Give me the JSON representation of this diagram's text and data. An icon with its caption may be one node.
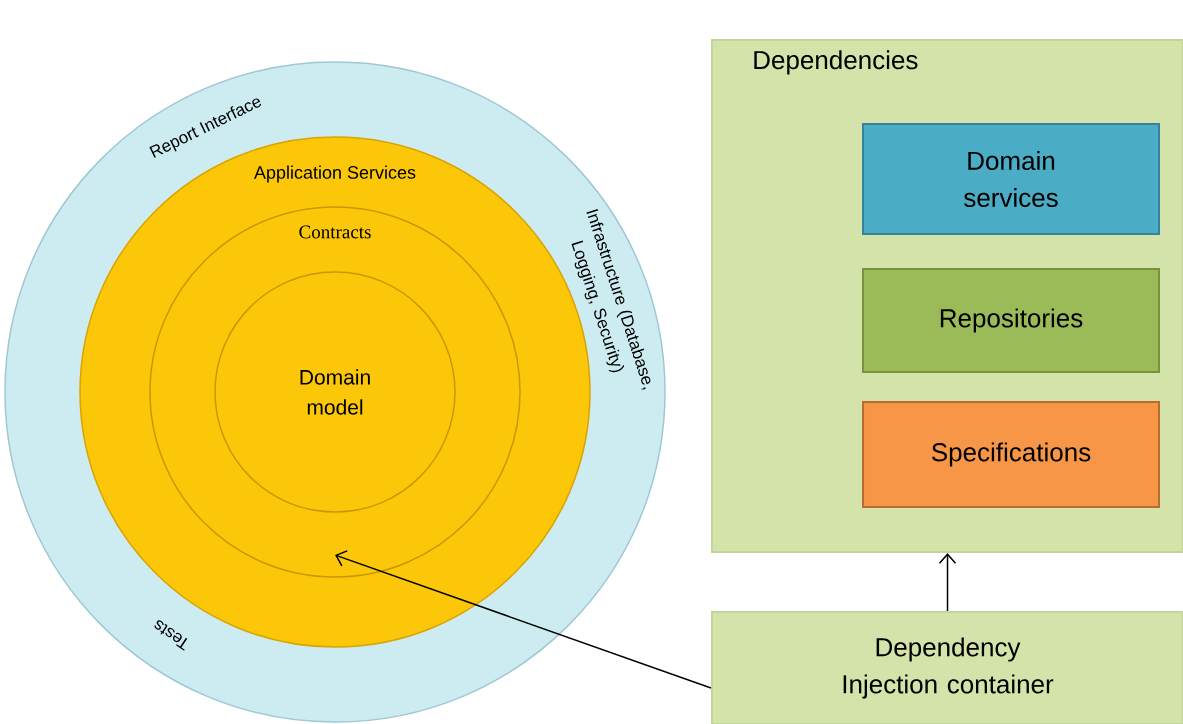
{
  "diagram": {
    "nodes": [
      {
        "text": [
          "Report Interface",
          "Infrastructure (Database, Logging, Security)",
          "Tests"
        ]
      },
      {
        "text": [
          "Application Services"
        ],
        "in": 0
      },
      {
        "text": [
          "Contracts"
        ],
        "in": 1
      },
      {
        "text": [
          "Domain model"
        ],
        "in": 2
      },
      {
        "text": [
          "Dependencies"
        ]
      },
      {
        "text": [
          "Domain services"
        ],
        "in": 4
      },
      {
        "text": [
          "Repositories"
        ],
        "in": 4
      },
      {
        "text": [
          "Specifications"
        ],
        "in": 4
      },
      {
        "text": [
          "Dependency Injection container"
        ]
      }
    ],
    "edges": [
      {
        "from": 8,
        "to": 4,
        "arrow": "to"
      },
      {
        "from": 8,
        "to": 2,
        "arrow": "to"
      }
    ]
  }
}
